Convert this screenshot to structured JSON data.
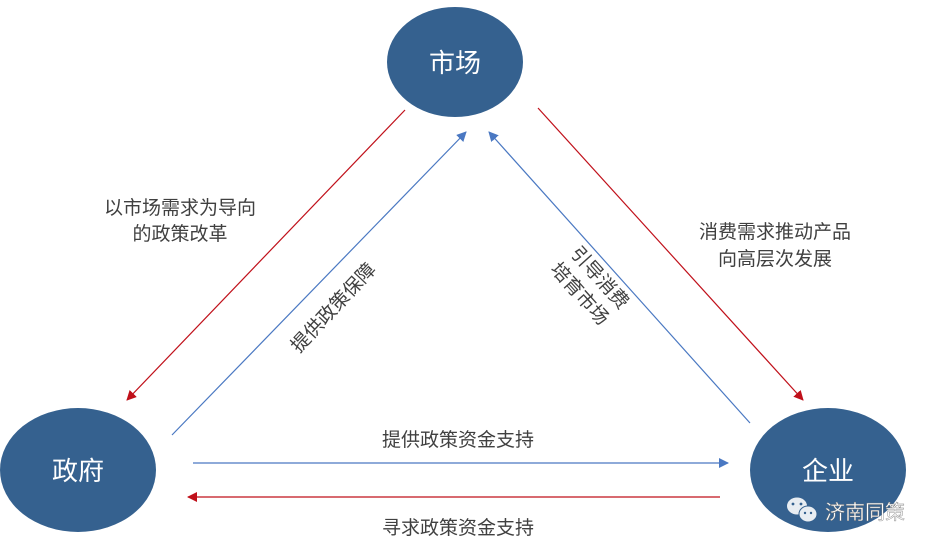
{
  "nodes": {
    "market": "市场",
    "government": "政府",
    "enterprise": "企业"
  },
  "edges": {
    "market_to_government": [
      "以市场需求为导向",
      "的政策改革"
    ],
    "government_to_market": "提供政策保障",
    "enterprise_to_market": [
      "引导消费",
      "培育市场"
    ],
    "market_to_enterprise": [
      "消费需求推动产品",
      "向高层次发展"
    ],
    "government_to_enterprise": "提供政策资金支持",
    "enterprise_to_government": "寻求政策资金支持"
  },
  "watermark": "济南同策",
  "colors": {
    "node": "#35618f",
    "red": "#c0101a",
    "blue": "#4a78c2"
  }
}
